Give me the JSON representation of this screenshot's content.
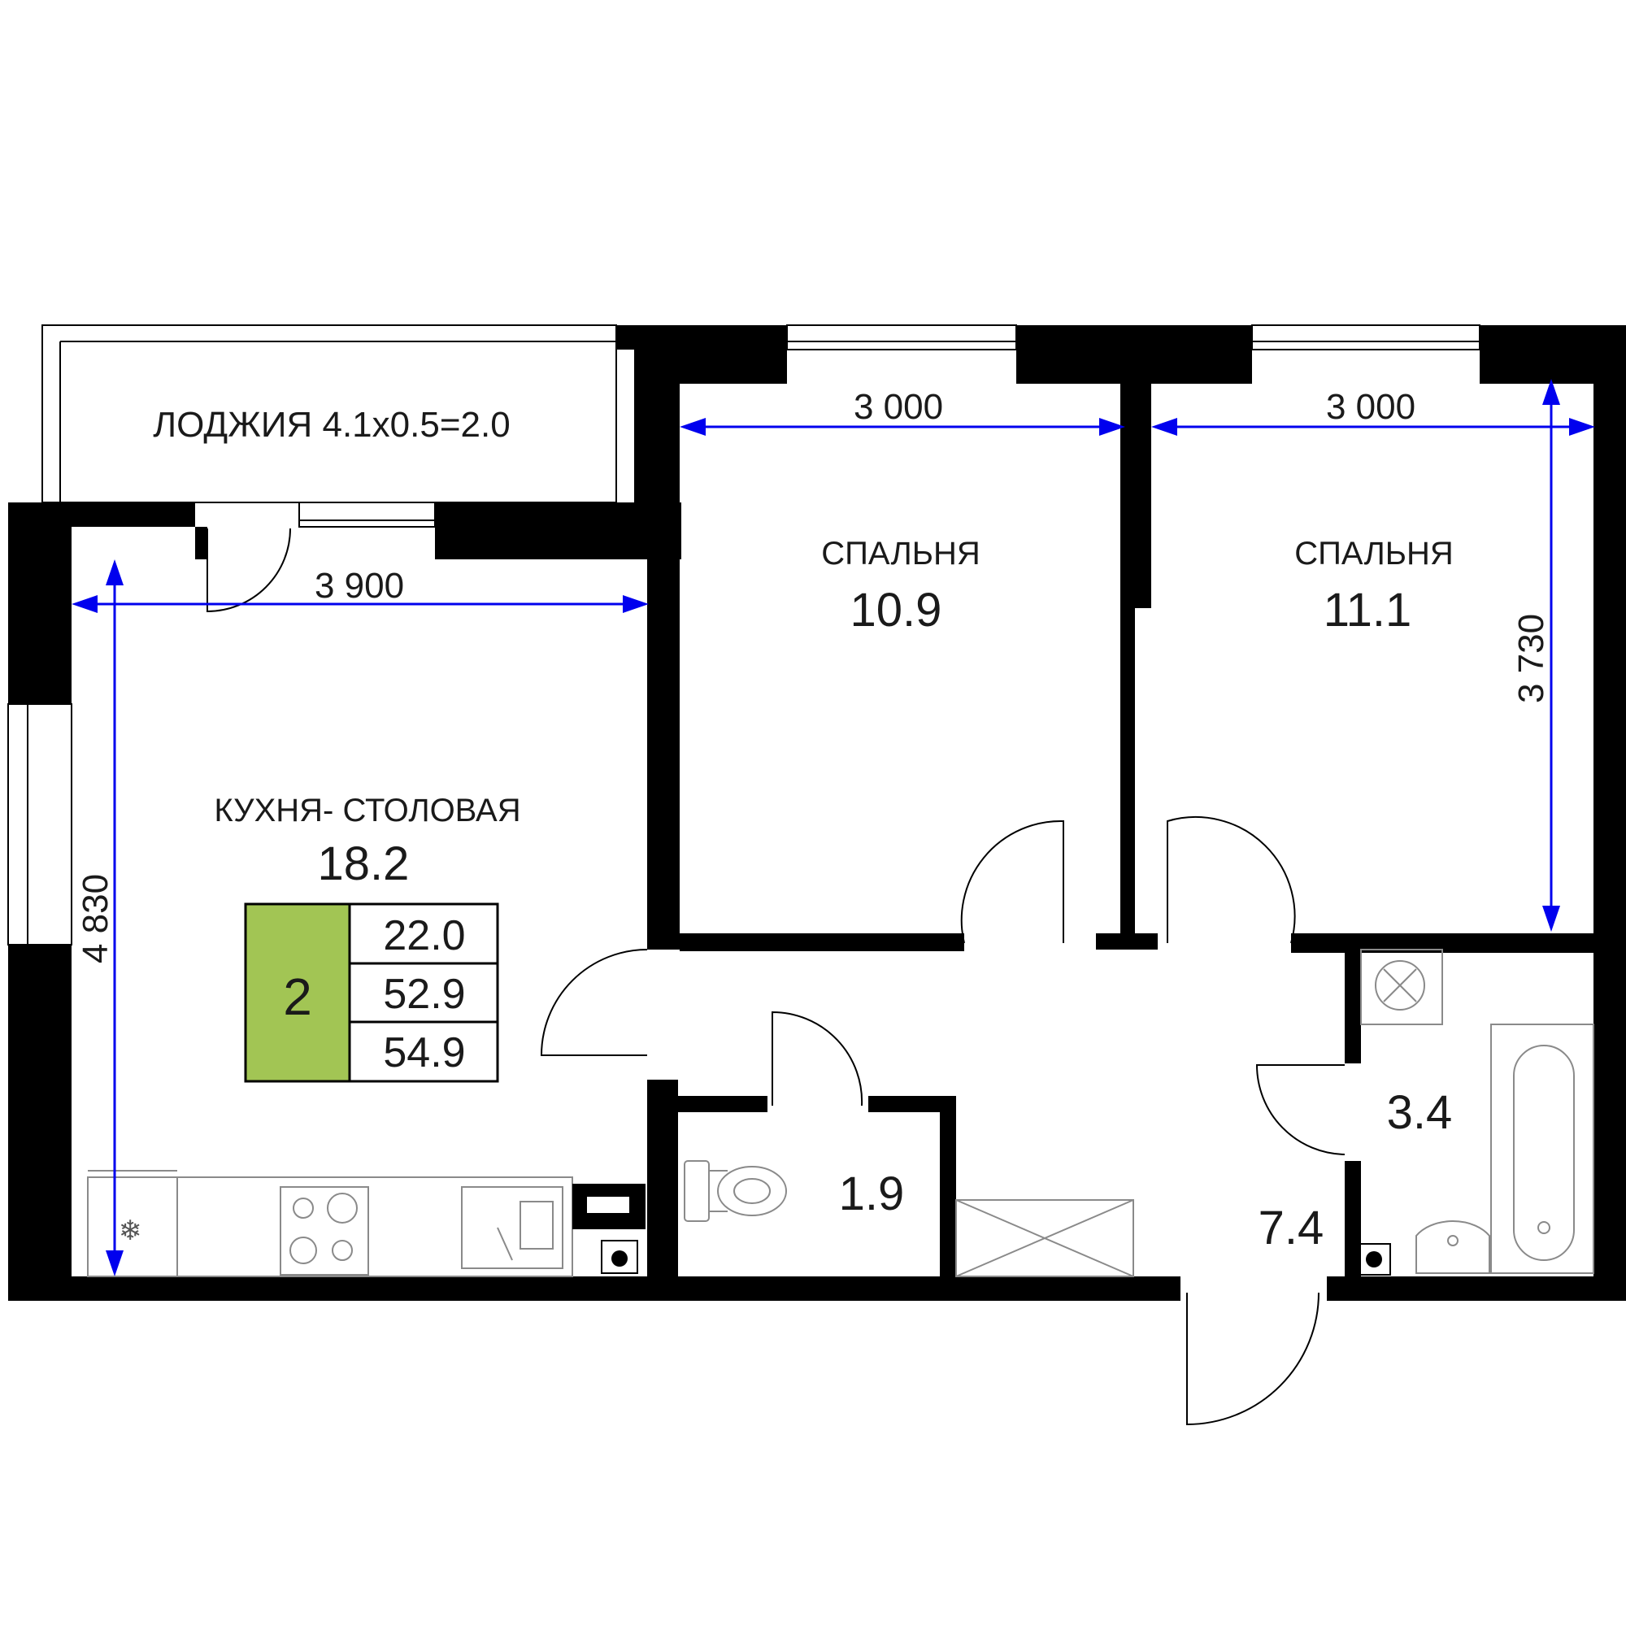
{
  "plan": {
    "loggia_label": "ЛОДЖИЯ 4.1x0.5=2.0",
    "rooms": [
      {
        "name": "СПАЛЬНЯ",
        "area": "10.9"
      },
      {
        "name": "СПАЛЬНЯ",
        "area": "11.1"
      },
      {
        "name": "КУХНЯ- СТОЛОВАЯ",
        "area": "18.2"
      },
      {
        "name": "",
        "area": "1.9"
      },
      {
        "name": "",
        "area": "3.4"
      },
      {
        "name": "",
        "area": "7.4"
      }
    ],
    "dimensions": {
      "bedroom1_width": "3 000",
      "bedroom2_width": "3 000",
      "bedroom2_depth": "3 730",
      "kitchen_width": "3 900",
      "kitchen_depth": "4 830"
    },
    "summary": {
      "rooms_count": "2",
      "living_area": "22.0",
      "total_area": "52.9",
      "total_with_loggia": "54.9",
      "badge_color": "#a2c554"
    },
    "colors": {
      "wall": "#000000",
      "dimension": "#0000ee"
    },
    "icons": [
      "snowflake-icon",
      "toilet-icon",
      "sink-icon",
      "bathtub-icon",
      "washer-icon",
      "stove-icon"
    ]
  }
}
